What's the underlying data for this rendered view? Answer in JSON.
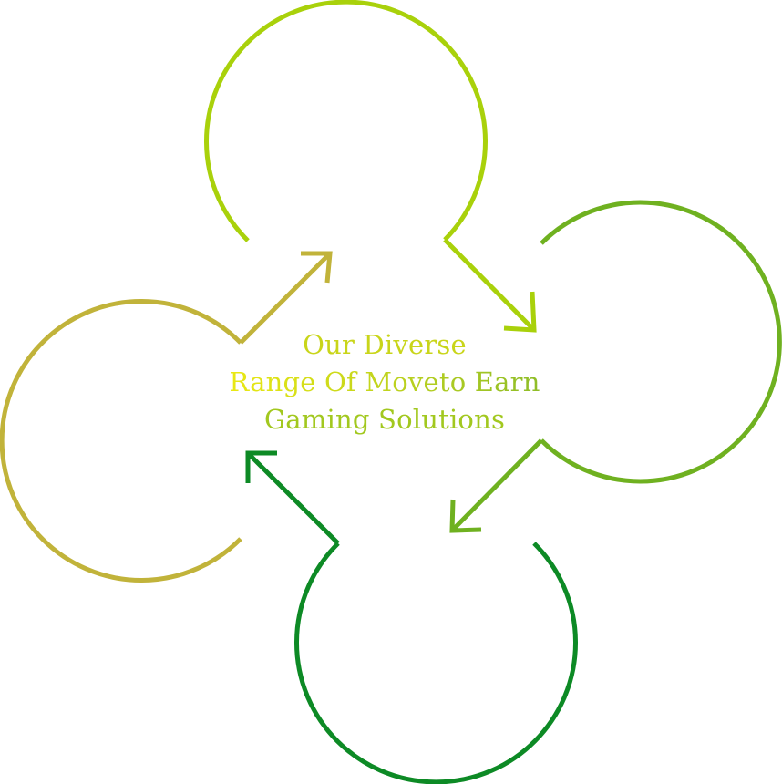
{
  "title": {
    "lines": [
      "Our Diverse",
      "Range Of Moveto Earn",
      "Gaming Solutions"
    ]
  },
  "colors": {
    "loop_top": "#a9d10b",
    "loop_right": "#6fb120",
    "loop_bottom": "#0d8a25",
    "loop_left": "#c1b33a",
    "title_yellow": "#f1ec12",
    "title_green": "#86b92a"
  }
}
